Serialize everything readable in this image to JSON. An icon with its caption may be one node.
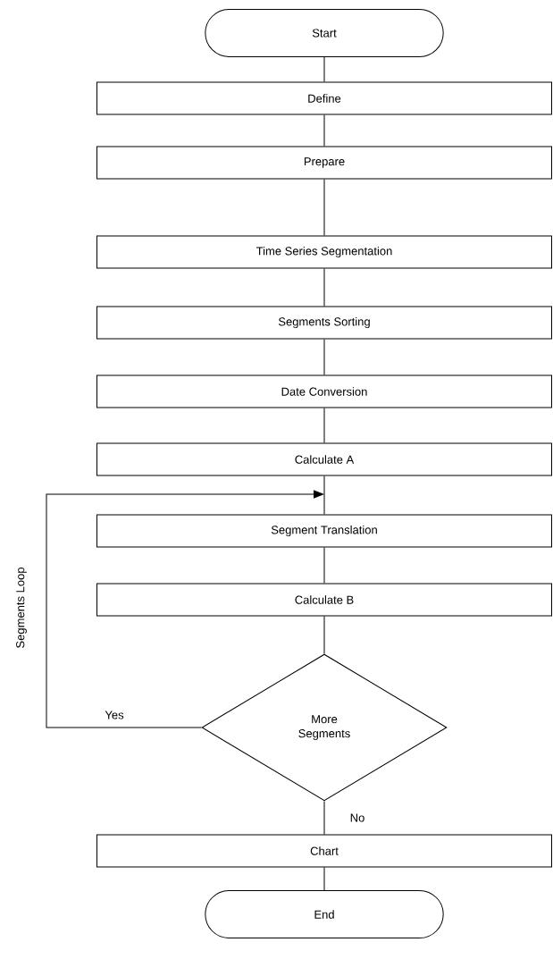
{
  "diagram": {
    "nodes": [
      {
        "text": [
          "Start"
        ]
      },
      {
        "text": [
          "Define"
        ]
      },
      {
        "text": [
          "Prepare"
        ]
      },
      {
        "text": [
          "Time Series Segmentation"
        ]
      },
      {
        "text": [
          "Segments Sorting"
        ]
      },
      {
        "text": [
          "Date Conversion"
        ]
      },
      {
        "text": [
          "Calculate A"
        ]
      },
      {
        "text": [
          "Segment Translation"
        ]
      },
      {
        "text": [
          "Calculate B"
        ]
      },
      {
        "text": [
          "More Segments"
        ]
      },
      {
        "text": [
          "Chart"
        ]
      },
      {
        "text": [
          "End"
        ]
      }
    ],
    "edges": [
      {
        "from": 0,
        "to": 1,
        "arrow": "none"
      },
      {
        "from": 1,
        "to": 2,
        "arrow": "none"
      },
      {
        "from": 2,
        "to": 3,
        "arrow": "none"
      },
      {
        "from": 3,
        "to": 4,
        "arrow": "none"
      },
      {
        "from": 4,
        "to": 5,
        "arrow": "none"
      },
      {
        "from": 5,
        "to": 6,
        "arrow": "none"
      },
      {
        "from": 6,
        "to": 7,
        "arrow": "none"
      },
      {
        "from": 7,
        "to": 8,
        "arrow": "none"
      },
      {
        "from": 8,
        "to": 9,
        "arrow": "none"
      },
      {
        "from": 9,
        "to": 7,
        "arrow": "to",
        "label": "Yes"
      },
      {
        "from": 9,
        "to": 10,
        "arrow": "none",
        "label": "No"
      },
      {
        "from": 10,
        "to": 11,
        "arrow": "none"
      }
    ],
    "labels": [
      "Segments Loop"
    ]
  }
}
